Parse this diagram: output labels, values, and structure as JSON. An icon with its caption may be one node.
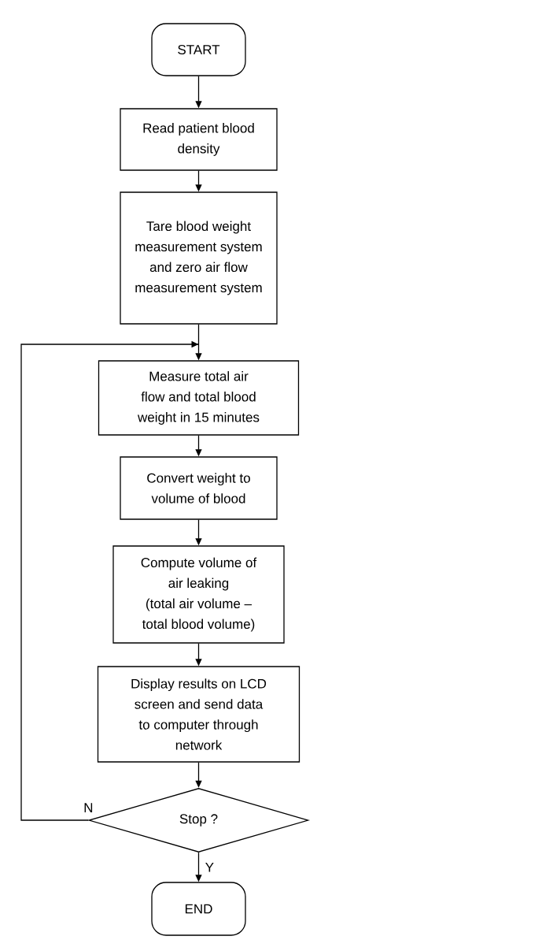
{
  "diagram": {
    "nodes": [
      {
        "text": [
          "START"
        ]
      },
      {
        "text": [
          "Read patient blood density"
        ]
      },
      {
        "text": [
          "Tare blood weight measurement system and zero air flow measurement system"
        ]
      },
      {
        "text": [
          "Measure total air flow and total blood weight in 15 minutes"
        ]
      },
      {
        "text": [
          "Convert weight to volume of blood"
        ]
      },
      {
        "text": [
          "Compute volume of air leaking",
          "(total air volume – total blood volume)"
        ]
      },
      {
        "text": [
          "Display results on LCD screen and send data to computer through network"
        ]
      },
      {
        "text": [
          "Stop ?"
        ]
      },
      {
        "text": [
          "END"
        ]
      }
    ],
    "edges": [
      {
        "from": 0,
        "to": 1,
        "arrow": "to"
      },
      {
        "from": 1,
        "to": 2,
        "arrow": "to"
      },
      {
        "from": 2,
        "to": 3,
        "arrow": "to"
      },
      {
        "from": 3,
        "to": 4,
        "arrow": "to"
      },
      {
        "from": 4,
        "to": 5,
        "arrow": "to"
      },
      {
        "from": 5,
        "to": 6,
        "arrow": "to"
      },
      {
        "from": 6,
        "to": 7,
        "arrow": "to"
      },
      {
        "from": 7,
        "to": 8,
        "arrow": "to",
        "label": "Y"
      },
      {
        "from": 7,
        "to": 3,
        "arrow": "to",
        "label": "N"
      }
    ]
  }
}
